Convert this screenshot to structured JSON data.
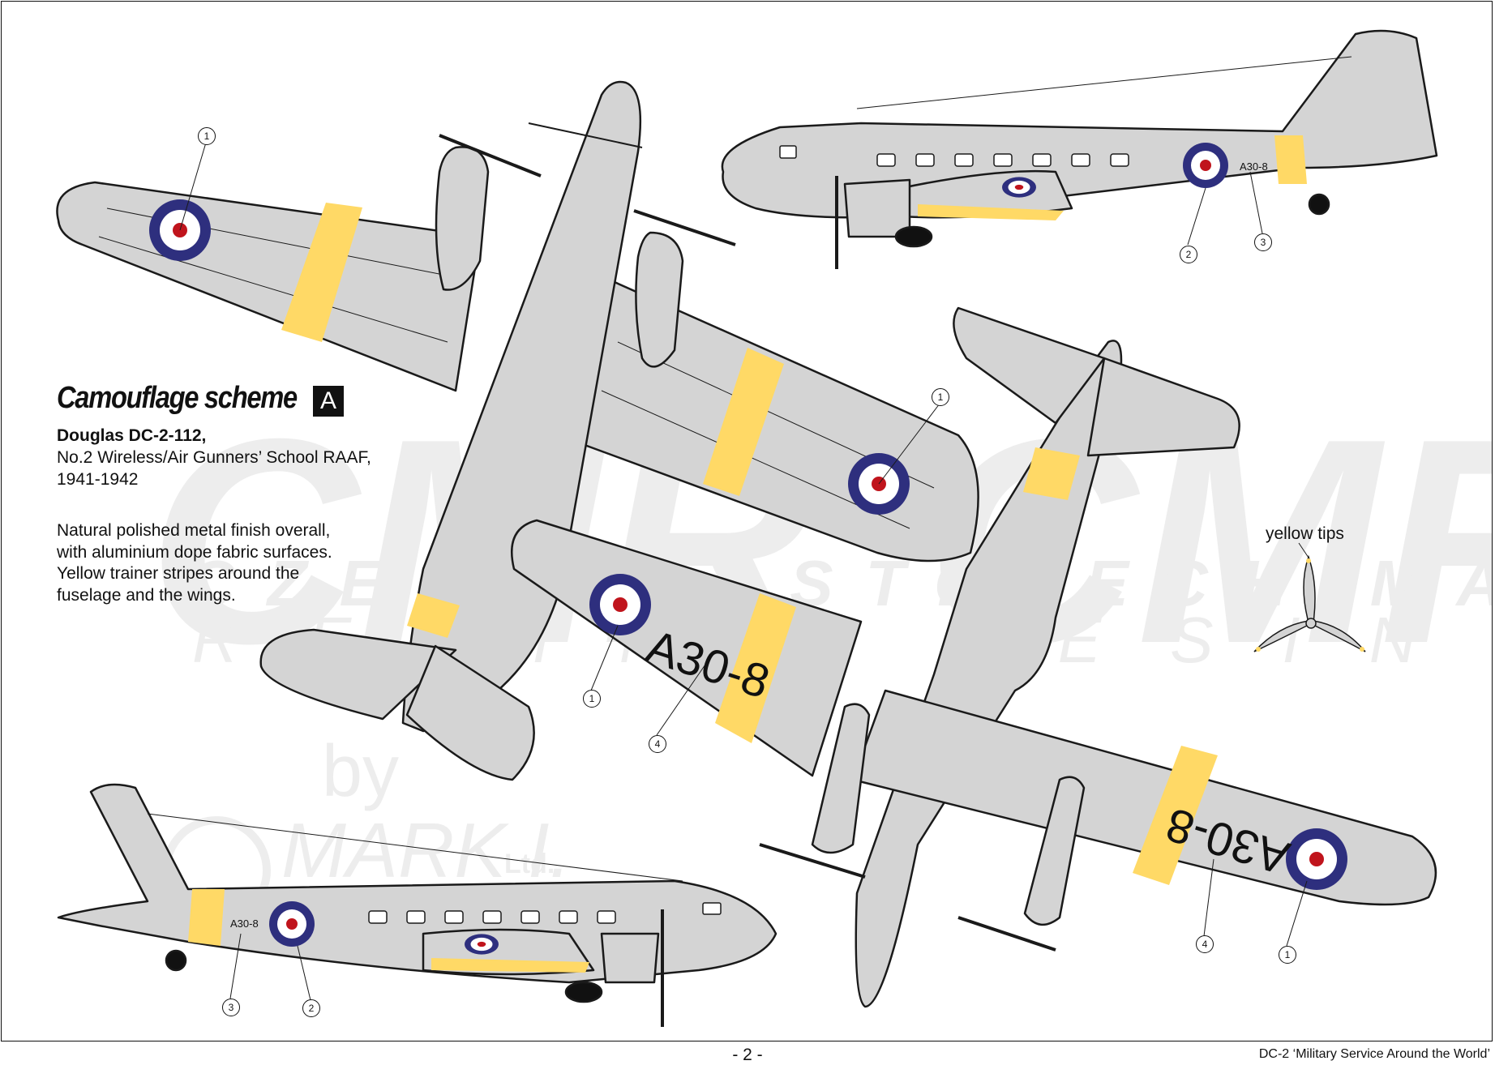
{
  "scheme": {
    "heading": "Camouflage scheme",
    "letter": "A"
  },
  "aircraft": {
    "name": "Douglas DC-2-112,",
    "unit": "No.2 Wireless/Air Gunners’ School RAAF,",
    "years": "1941-1942"
  },
  "description": [
    "Natural polished metal finish overall,",
    "with aluminium dope fabric surfaces.",
    "Yellow trainer stripes around the",
    "fuselage and the wings."
  ],
  "propeller_note": "yellow tips",
  "serial": "A30-8",
  "callouts": {
    "top_wing_roundel": "1",
    "top_right_wing_roundel": "1",
    "side_top_fuselage_roundel": "2",
    "side_top_serial": "3",
    "bottom_left_wing_roundel": "1",
    "bottom_left_serial": "4",
    "bottom_right_serial": "4",
    "bottom_right_roundel": "1",
    "side_bottom_serial": "3",
    "side_bottom_roundel": "2"
  },
  "colors": {
    "metal": "#d4d4d4",
    "outline": "#1a1a1a",
    "stripe": "#ffd966",
    "roundel_blue": "#2e2f7e",
    "roundel_red": "#c0141c",
    "watermark": "#ececec"
  },
  "watermark": {
    "brand": "CMR",
    "line1": "CZECH MASTER",
    "line2": "RESIN",
    "by": "by",
    "partner": "MARK I.",
    "partner_suffix": "Ltd."
  },
  "footer": {
    "page": "- 2 -",
    "series": "DC-2 ‘Military Service Around the World’"
  }
}
